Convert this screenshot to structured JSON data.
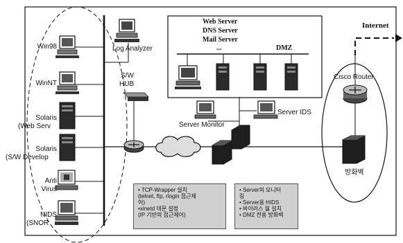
{
  "labels": {
    "win98": "Win98",
    "winnt": "WinNT",
    "solaris_web_1": "Solaris",
    "solaris_web_2": "(Web Serv",
    "solaris_dev_1": "Solaris",
    "solaris_dev_2": "(S/W Develop",
    "antivirus_1": "Anti",
    "antivirus_2": "Virus",
    "nids_1": "NIDS",
    "nids_2": "(SNOR",
    "log_analyzer": "Log Analyzer",
    "sw_hub_1": "S/W",
    "sw_hub_2": "HUB",
    "web_server": "Web Server",
    "dns_server": "DNS Server",
    "mail_server": "Mail Server",
    "ellipsis": "...",
    "dmz": "DMZ",
    "server_monitor": "Server Monitor",
    "server_ids": "Server IDS",
    "internet": "Internet",
    "cisco_router": "Cisco Router",
    "firewall": "방화벽"
  },
  "notes": {
    "left": [
      "• TCP-Wrapper 설치",
      "(telnet, ftp, rlogin 접근제",
      "어)",
      "•xinetd 데몬 설정",
      "(IP 기반의 접근제어)"
    ],
    "right": [
      "• Server의 모니터",
      "링",
      "• Server용 HIDS",
      "• 바이러스 월 설치",
      "• DMZ 전용 방화벽"
    ]
  },
  "colors": {
    "line": "#111111",
    "device_dark": "#2a2a2a",
    "device_mid": "#6b6b6b",
    "note_fill": "#d0d0d0"
  }
}
